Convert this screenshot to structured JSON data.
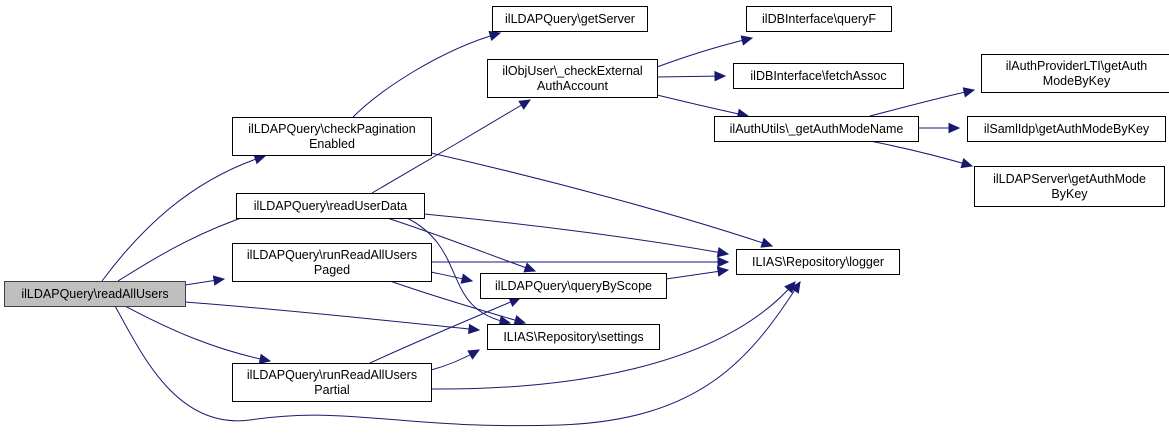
{
  "diagram": {
    "type": "call-graph",
    "root": "readAllUsers",
    "nodes": [
      {
        "id": "readAllUsers",
        "lines": [
          "ilLDAPQuery\\readAllUsers"
        ],
        "root": true
      },
      {
        "id": "checkPaginationEnabled",
        "lines": [
          "ilLDAPQuery\\checkPagination",
          "Enabled"
        ]
      },
      {
        "id": "readUserData",
        "lines": [
          "ilLDAPQuery\\readUserData"
        ]
      },
      {
        "id": "runReadAllUsersPaged",
        "lines": [
          "ilLDAPQuery\\runReadAllUsers",
          "Paged"
        ]
      },
      {
        "id": "runReadAllUsersPartial",
        "lines": [
          "ilLDAPQuery\\runReadAllUsers",
          "Partial"
        ]
      },
      {
        "id": "getServer",
        "lines": [
          "ilLDAPQuery\\getServer"
        ]
      },
      {
        "id": "checkExternalAuthAccount",
        "lines": [
          "ilObjUser\\_checkExternal",
          "AuthAccount"
        ]
      },
      {
        "id": "queryByScope",
        "lines": [
          "ilLDAPQuery\\queryByScope"
        ]
      },
      {
        "id": "settings",
        "lines": [
          "ILIAS\\Repository\\settings"
        ]
      },
      {
        "id": "queryF",
        "lines": [
          "ilDBInterface\\queryF"
        ]
      },
      {
        "id": "fetchAssoc",
        "lines": [
          "ilDBInterface\\fetchAssoc"
        ]
      },
      {
        "id": "getAuthModeName",
        "lines": [
          "ilAuthUtils\\_getAuthModeName"
        ]
      },
      {
        "id": "logger",
        "lines": [
          "ILIAS\\Repository\\logger"
        ]
      },
      {
        "id": "ltiGetAuthModeByKey",
        "lines": [
          "ilAuthProviderLTI\\getAuth",
          "ModeByKey"
        ]
      },
      {
        "id": "samlGetAuthModeByKey",
        "lines": [
          "ilSamlIdp\\getAuthModeByKey"
        ]
      },
      {
        "id": "ldapServerGetAuthModeByKey",
        "lines": [
          "ilLDAPServer\\getAuthMode",
          "ByKey"
        ]
      }
    ],
    "edges": [
      [
        "readAllUsers",
        "checkPaginationEnabled"
      ],
      [
        "readAllUsers",
        "readUserData"
      ],
      [
        "readAllUsers",
        "runReadAllUsersPaged"
      ],
      [
        "readAllUsers",
        "settings"
      ],
      [
        "readAllUsers",
        "runReadAllUsersPartial"
      ],
      [
        "readAllUsers",
        "logger"
      ],
      [
        "checkPaginationEnabled",
        "getServer"
      ],
      [
        "checkPaginationEnabled",
        "logger"
      ],
      [
        "readUserData",
        "checkExternalAuthAccount"
      ],
      [
        "readUserData",
        "logger"
      ],
      [
        "readUserData",
        "queryByScope"
      ],
      [
        "readUserData",
        "settings"
      ],
      [
        "runReadAllUsersPaged",
        "logger"
      ],
      [
        "runReadAllUsersPaged",
        "queryByScope"
      ],
      [
        "runReadAllUsersPaged",
        "settings"
      ],
      [
        "runReadAllUsersPartial",
        "queryByScope"
      ],
      [
        "runReadAllUsersPartial",
        "settings"
      ],
      [
        "runReadAllUsersPartial",
        "logger"
      ],
      [
        "queryByScope",
        "logger"
      ],
      [
        "checkExternalAuthAccount",
        "queryF"
      ],
      [
        "checkExternalAuthAccount",
        "fetchAssoc"
      ],
      [
        "checkExternalAuthAccount",
        "getAuthModeName"
      ],
      [
        "getAuthModeName",
        "ltiGetAuthModeByKey"
      ],
      [
        "getAuthModeName",
        "samlGetAuthModeByKey"
      ],
      [
        "getAuthModeName",
        "ldapServerGetAuthModeByKey"
      ]
    ],
    "colors": {
      "edge": "#191970",
      "root_fill": "#bfbfbf",
      "node_fill": "#ffffff",
      "node_border": "#000000"
    }
  }
}
